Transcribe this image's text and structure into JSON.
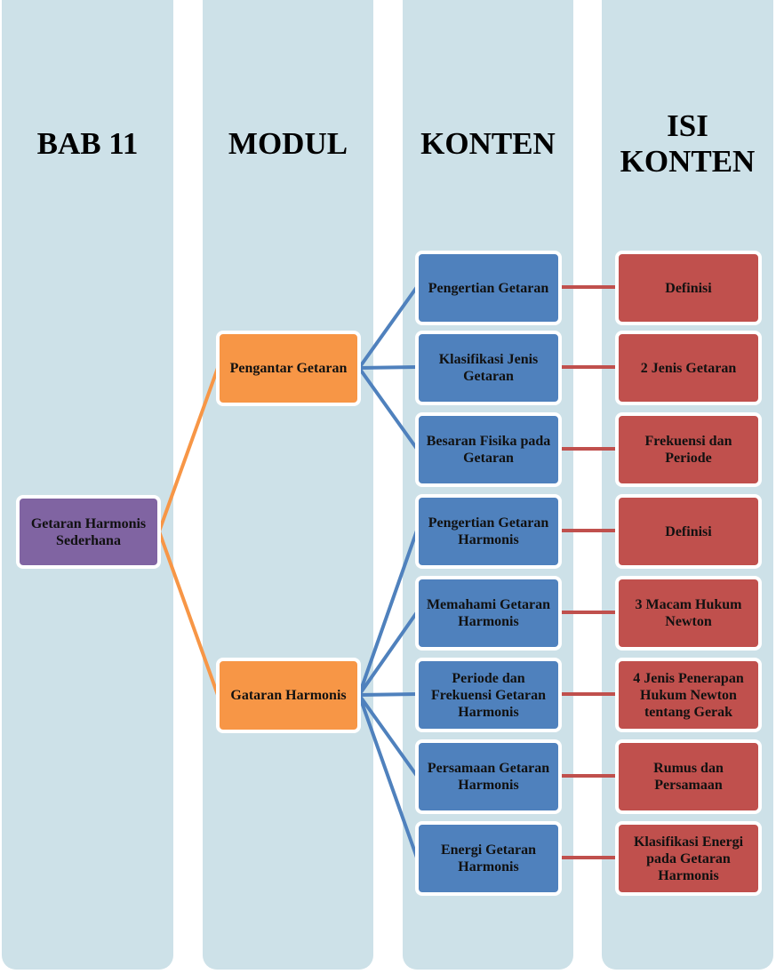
{
  "headers": [
    "BAB 11",
    "MODUL",
    "KONTEN",
    "ISI KONTEN"
  ],
  "root": "Getaran Harmonis Sederhana",
  "modules": [
    {
      "label": "Pengantar Getaran",
      "contents": [
        {
          "label": "Pengertian Getaran",
          "detail": "Definisi"
        },
        {
          "label": "Klasifikasi Jenis Getaran",
          "detail": "2 Jenis Getaran"
        },
        {
          "label": "Besaran Fisika pada Getaran",
          "detail": "Frekuensi dan Periode"
        }
      ]
    },
    {
      "label": "Gataran Harmonis",
      "contents": [
        {
          "label": "Pengertian Getaran Harmonis",
          "detail": "Definisi"
        },
        {
          "label": "Memahami Getaran Harmonis",
          "detail": "3 Macam Hukum Newton"
        },
        {
          "label": "Periode dan Frekuensi Getaran Harmonis",
          "detail": "4  Jenis Penerapan Hukum Newton tentang Gerak"
        },
        {
          "label": "Persamaan Getaran Harmonis",
          "detail": "Rumus dan Persamaan"
        },
        {
          "label": "Energi Getaran Harmonis",
          "detail": "Klasifikasi Energi pada Getaran Harmonis"
        }
      ]
    }
  ],
  "colors": {
    "column": "#cde1e8",
    "root": "#8064a2",
    "module": "#f79646",
    "content": "#4f81bd",
    "detail": "#c0504d"
  }
}
